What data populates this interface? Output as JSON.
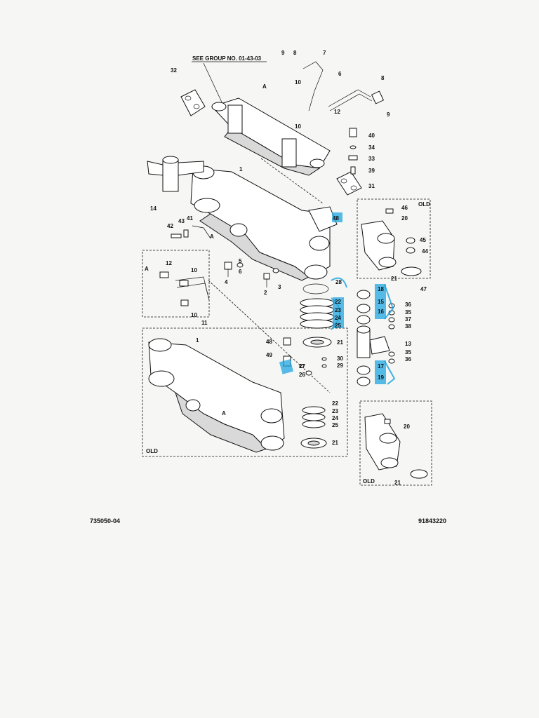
{
  "header_note": "SEE GROUP NO. 01-43-03",
  "footer": {
    "left_code": "735050-04",
    "right_code": "91843220"
  },
  "inset_label": "OLD",
  "view_marker": "A",
  "callouts": [
    "1",
    "2",
    "3",
    "4",
    "5",
    "6",
    "7",
    "8",
    "9",
    "10",
    "11",
    "12",
    "13",
    "14",
    "15",
    "16",
    "17",
    "18",
    "19",
    "20",
    "21",
    "22",
    "23",
    "24",
    "25",
    "26",
    "27",
    "28",
    "29",
    "30",
    "31",
    "32",
    "33",
    "34",
    "35",
    "36",
    "37",
    "38",
    "39",
    "40",
    "41",
    "42",
    "43",
    "44",
    "45",
    "46",
    "47",
    "48",
    "49"
  ],
  "highlighted_callouts": [
    "15",
    "16",
    "17",
    "18",
    "19",
    "22",
    "23",
    "24",
    "25",
    "28",
    "48"
  ],
  "colors": {
    "highlight": "#1fa5e0",
    "ink": "#111111",
    "paper": "#f6f6f4"
  }
}
